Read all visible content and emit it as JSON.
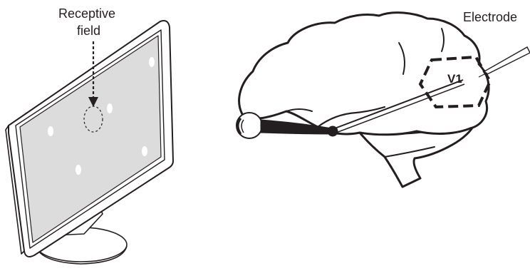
{
  "labels": {
    "receptive_field_line1": "Receptive",
    "receptive_field_line2": "field",
    "electrode": "Electrode",
    "v1": "V1"
  }
}
